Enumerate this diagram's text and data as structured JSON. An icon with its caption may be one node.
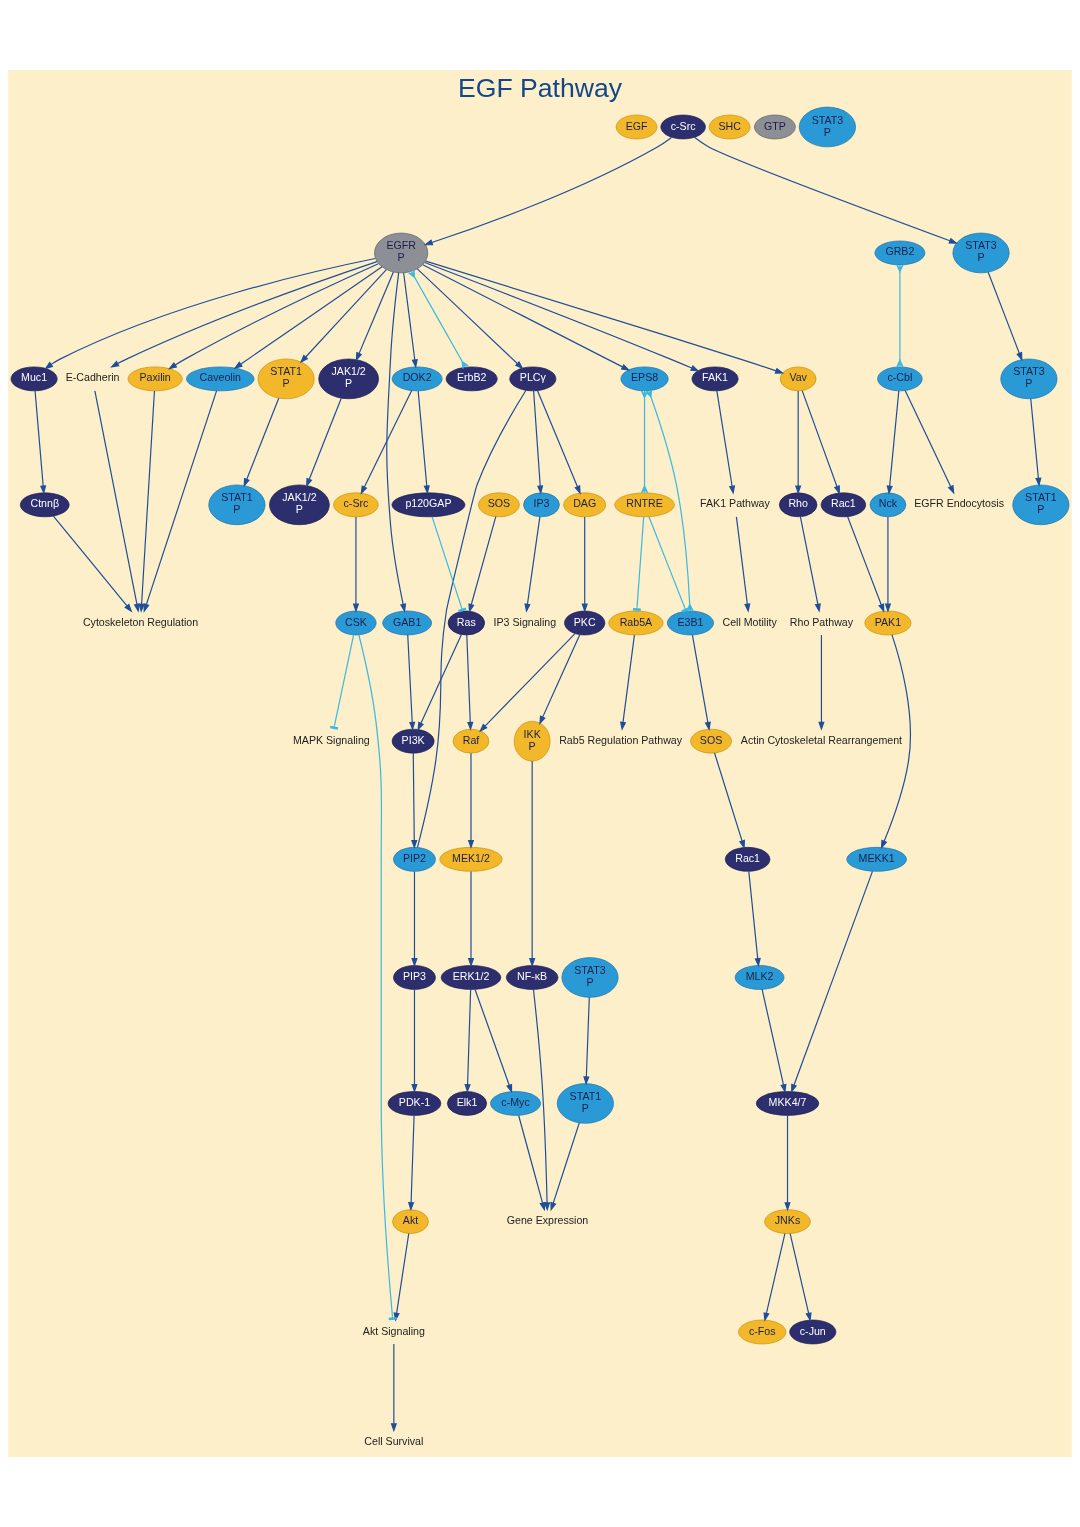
{
  "diagram": {
    "title": "EGF Pathway",
    "nodes": [
      {
        "text": [
          "EGF"
        ]
      },
      {
        "text": [
          "EGFR",
          "P"
        ]
      },
      {
        "text": [
          "ErbB2"
        ]
      },
      {
        "text": [
          "PLCγ"
        ]
      },
      {
        "text": [
          "SOS"
        ]
      },
      {
        "text": [
          "GRB2"
        ]
      },
      {
        "text": [
          "SHC"
        ]
      },
      {
        "text": [
          "c-Cbl"
        ]
      },
      {
        "text": [
          "GTP"
        ]
      },
      {
        "text": [
          "Ras"
        ]
      },
      {
        "text": [
          "GAB1"
        ]
      },
      {
        "text": [
          "EGFR Endocytosis"
        ]
      },
      {
        "text": [
          "IP3"
        ]
      },
      {
        "text": [
          "PIP2"
        ]
      },
      {
        "text": [
          "DAG"
        ]
      },
      {
        "text": [
          "IP3 Signaling"
        ]
      },
      {
        "text": [
          "Raf"
        ]
      },
      {
        "text": [
          "PI3K"
        ]
      },
      {
        "text": [
          "DOK2"
        ]
      },
      {
        "text": [
          "Nck"
        ]
      },
      {
        "text": [
          "Vav"
        ]
      },
      {
        "text": [
          "Rac1"
        ]
      },
      {
        "text": [
          "EPS8"
        ]
      },
      {
        "text": [
          "c-Src"
        ]
      },
      {
        "text": [
          "FAK1"
        ]
      },
      {
        "text": [
          "FAK1 Pathway"
        ]
      },
      {
        "text": [
          "Cell Motility"
        ]
      },
      {
        "text": [
          "Paxilin"
        ]
      },
      {
        "text": [
          "Caveolin"
        ]
      },
      {
        "text": [
          "E-Cadherin"
        ]
      },
      {
        "text": [
          "Cytoskeleton Regulation"
        ]
      },
      {
        "text": [
          "Muc1"
        ]
      },
      {
        "text": [
          "STAT1",
          "P"
        ]
      },
      {
        "text": [
          "JAK1/2",
          "P"
        ]
      },
      {
        "text": [
          "Ctnnβ"
        ]
      },
      {
        "text": [
          "E3B1"
        ]
      },
      {
        "text": [
          "RNTRE"
        ]
      },
      {
        "text": [
          "STAT3",
          "P"
        ]
      },
      {
        "text": [
          "PAK1"
        ]
      },
      {
        "text": [
          "PIP3"
        ]
      },
      {
        "text": [
          "p120GAP"
        ]
      },
      {
        "text": [
          "PKC"
        ]
      },
      {
        "text": [
          "MEK1/2"
        ]
      },
      {
        "text": [
          "MEKK1"
        ]
      },
      {
        "text": [
          "Rho"
        ]
      },
      {
        "text": [
          "Rho Pathway"
        ]
      },
      {
        "text": [
          "c-Src"
        ]
      },
      {
        "text": [
          "PDK-1"
        ]
      },
      {
        "text": [
          "JAK1/2",
          "P"
        ]
      },
      {
        "text": [
          "STAT1",
          "P"
        ]
      },
      {
        "text": [
          "STAT3",
          "P"
        ]
      },
      {
        "text": [
          "SOS"
        ]
      },
      {
        "text": [
          "Rac1"
        ]
      },
      {
        "text": [
          "Rab5A"
        ]
      },
      {
        "text": [
          "Akt"
        ]
      },
      {
        "text": [
          "ERK1/2"
        ]
      },
      {
        "text": [
          "CSK"
        ]
      },
      {
        "text": [
          "MKK4/7"
        ]
      },
      {
        "text": [
          "Actin Cytoskeletal Rearrangement"
        ]
      },
      {
        "text": [
          "Rab5 Regulation Pathway"
        ]
      },
      {
        "text": [
          "Akt Signaling"
        ]
      },
      {
        "text": [
          "MAPK Signaling"
        ]
      },
      {
        "text": [
          "JNKs"
        ]
      },
      {
        "text": [
          "MLK2"
        ]
      },
      {
        "text": [
          "STAT1",
          "P"
        ]
      },
      {
        "text": [
          "STAT3",
          "P"
        ]
      },
      {
        "text": [
          "IKK",
          "P"
        ]
      },
      {
        "text": [
          "Cell Survival"
        ]
      },
      {
        "text": [
          "NF-κB"
        ]
      },
      {
        "text": [
          "Elk1"
        ]
      },
      {
        "text": [
          "c-Myc"
        ]
      },
      {
        "text": [
          "c-Jun"
        ]
      },
      {
        "text": [
          "c-Fos"
        ]
      },
      {
        "text": [
          "STAT1",
          "P"
        ]
      },
      {
        "text": [
          "STAT3",
          "P"
        ]
      },
      {
        "text": [
          "Gene Expression"
        ]
      }
    ],
    "edges": [
      {
        "from": 1,
        "to": 3,
        "arrow": "to"
      },
      {
        "from": 4,
        "to": 9,
        "arrow": "to"
      },
      {
        "from": 1,
        "to": 10,
        "arrow": "to"
      },
      {
        "from": 1,
        "to": 18,
        "arrow": "to"
      },
      {
        "from": 5,
        "to": 7,
        "arrow": "other",
        "color": "#3ab8e0"
      },
      {
        "from": 1,
        "to": 2,
        "arrow": "other",
        "color": "#3ab8e0"
      },
      {
        "from": 7,
        "to": 11,
        "arrow": "to"
      },
      {
        "from": 7,
        "to": 19,
        "arrow": "to"
      },
      {
        "from": 1,
        "to": 20,
        "arrow": "to"
      },
      {
        "from": 1,
        "to": 22,
        "arrow": "to"
      },
      {
        "from": 1,
        "to": 24,
        "arrow": "to"
      },
      {
        "from": 1,
        "to": 27,
        "arrow": "to"
      },
      {
        "from": 1,
        "to": 28,
        "arrow": "to"
      },
      {
        "from": 1,
        "to": 29,
        "arrow": "to"
      },
      {
        "from": 1,
        "to": 31,
        "arrow": "to"
      },
      {
        "from": 1,
        "to": 32,
        "arrow": "to"
      },
      {
        "from": 1,
        "to": 33,
        "arrow": "to"
      },
      {
        "from": 23,
        "to": 1,
        "arrow": "to"
      },
      {
        "from": 24,
        "to": 25,
        "arrow": "to"
      },
      {
        "from": 25,
        "to": 26,
        "arrow": "to"
      },
      {
        "from": 27,
        "to": 30,
        "arrow": "to"
      },
      {
        "from": 28,
        "to": 30,
        "arrow": "to"
      },
      {
        "from": 29,
        "to": 30,
        "arrow": "to"
      },
      {
        "from": 31,
        "to": 34,
        "arrow": "to"
      },
      {
        "from": 34,
        "to": 30,
        "arrow": "to"
      },
      {
        "from": 32,
        "to": 49,
        "arrow": "to"
      },
      {
        "from": 33,
        "to": 48,
        "arrow": "to"
      },
      {
        "from": 23,
        "to": 37,
        "arrow": "to"
      },
      {
        "from": 37,
        "to": 50,
        "arrow": "to"
      },
      {
        "from": 50,
        "to": 64,
        "arrow": "to"
      },
      {
        "from": 65,
        "to": 73,
        "arrow": "to"
      },
      {
        "from": 3,
        "to": 14,
        "arrow": "to"
      },
      {
        "from": 3,
        "to": 12,
        "arrow": "to"
      },
      {
        "from": 3,
        "to": 13,
        "arrow": "none"
      },
      {
        "from": 13,
        "to": 39,
        "arrow": "to"
      },
      {
        "from": 12,
        "to": 15,
        "arrow": "to"
      },
      {
        "from": 14,
        "to": 41,
        "arrow": "to"
      },
      {
        "from": 41,
        "to": 16,
        "arrow": "to"
      },
      {
        "from": 41,
        "to": 66,
        "arrow": "to"
      },
      {
        "from": 9,
        "to": 16,
        "arrow": "to"
      },
      {
        "from": 9,
        "to": 17,
        "arrow": "to"
      },
      {
        "from": 10,
        "to": 17,
        "arrow": "to"
      },
      {
        "from": 17,
        "to": 13,
        "arrow": "to"
      },
      {
        "from": 40,
        "to": 9,
        "arrow": "other",
        "color": "#3ab8e0"
      },
      {
        "from": 16,
        "to": 42,
        "arrow": "to"
      },
      {
        "from": 42,
        "to": 55,
        "arrow": "to"
      },
      {
        "from": 55,
        "to": 69,
        "arrow": "to"
      },
      {
        "from": 55,
        "to": 70,
        "arrow": "to"
      },
      {
        "from": 39,
        "to": 47,
        "arrow": "to"
      },
      {
        "from": 47,
        "to": 54,
        "arrow": "to"
      },
      {
        "from": 54,
        "to": 60,
        "arrow": "to"
      },
      {
        "from": 60,
        "to": 67,
        "arrow": "to"
      },
      {
        "from": 18,
        "to": 40,
        "arrow": "to"
      },
      {
        "from": 18,
        "to": 46,
        "arrow": "to"
      },
      {
        "from": 46,
        "to": 56,
        "arrow": "to"
      },
      {
        "from": 56,
        "to": 60,
        "arrow": "other",
        "color": "#3ab8e0"
      },
      {
        "from": 56,
        "to": 61,
        "arrow": "other",
        "color": "#3ab8e0"
      },
      {
        "from": 19,
        "to": 38,
        "arrow": "to"
      },
      {
        "from": 20,
        "to": 21,
        "arrow": "to"
      },
      {
        "from": 21,
        "to": 38,
        "arrow": "to"
      },
      {
        "from": 20,
        "to": 44,
        "arrow": "to"
      },
      {
        "from": 38,
        "to": 43,
        "arrow": "to"
      },
      {
        "from": 43,
        "to": 57,
        "arrow": "to"
      },
      {
        "from": 57,
        "to": 62,
        "arrow": "to"
      },
      {
        "from": 63,
        "to": 57,
        "arrow": "to"
      },
      {
        "from": 44,
        "to": 45,
        "arrow": "to"
      },
      {
        "from": 45,
        "to": 58,
        "arrow": "to"
      },
      {
        "from": 22,
        "to": 35,
        "arrow": "other",
        "color": "#3ab8e0"
      },
      {
        "from": 22,
        "to": 36,
        "arrow": "other",
        "color": "#3ab8e0"
      },
      {
        "from": 36,
        "to": 53,
        "arrow": "other",
        "color": "#3ab8e0"
      },
      {
        "from": 36,
        "to": 35,
        "arrow": "other",
        "color": "#3ab8e0"
      },
      {
        "from": 35,
        "to": 51,
        "arrow": "to"
      },
      {
        "from": 51,
        "to": 52,
        "arrow": "to"
      },
      {
        "from": 52,
        "to": 63,
        "arrow": "to"
      },
      {
        "from": 53,
        "to": 59,
        "arrow": "to"
      },
      {
        "from": 62,
        "to": 71,
        "arrow": "to"
      },
      {
        "from": 62,
        "to": 72,
        "arrow": "to"
      },
      {
        "from": 66,
        "to": 68,
        "arrow": "to"
      },
      {
        "from": 68,
        "to": 75,
        "arrow": "to"
      },
      {
        "from": 70,
        "to": 75,
        "arrow": "to"
      },
      {
        "from": 73,
        "to": 75,
        "arrow": "to"
      }
    ]
  }
}
